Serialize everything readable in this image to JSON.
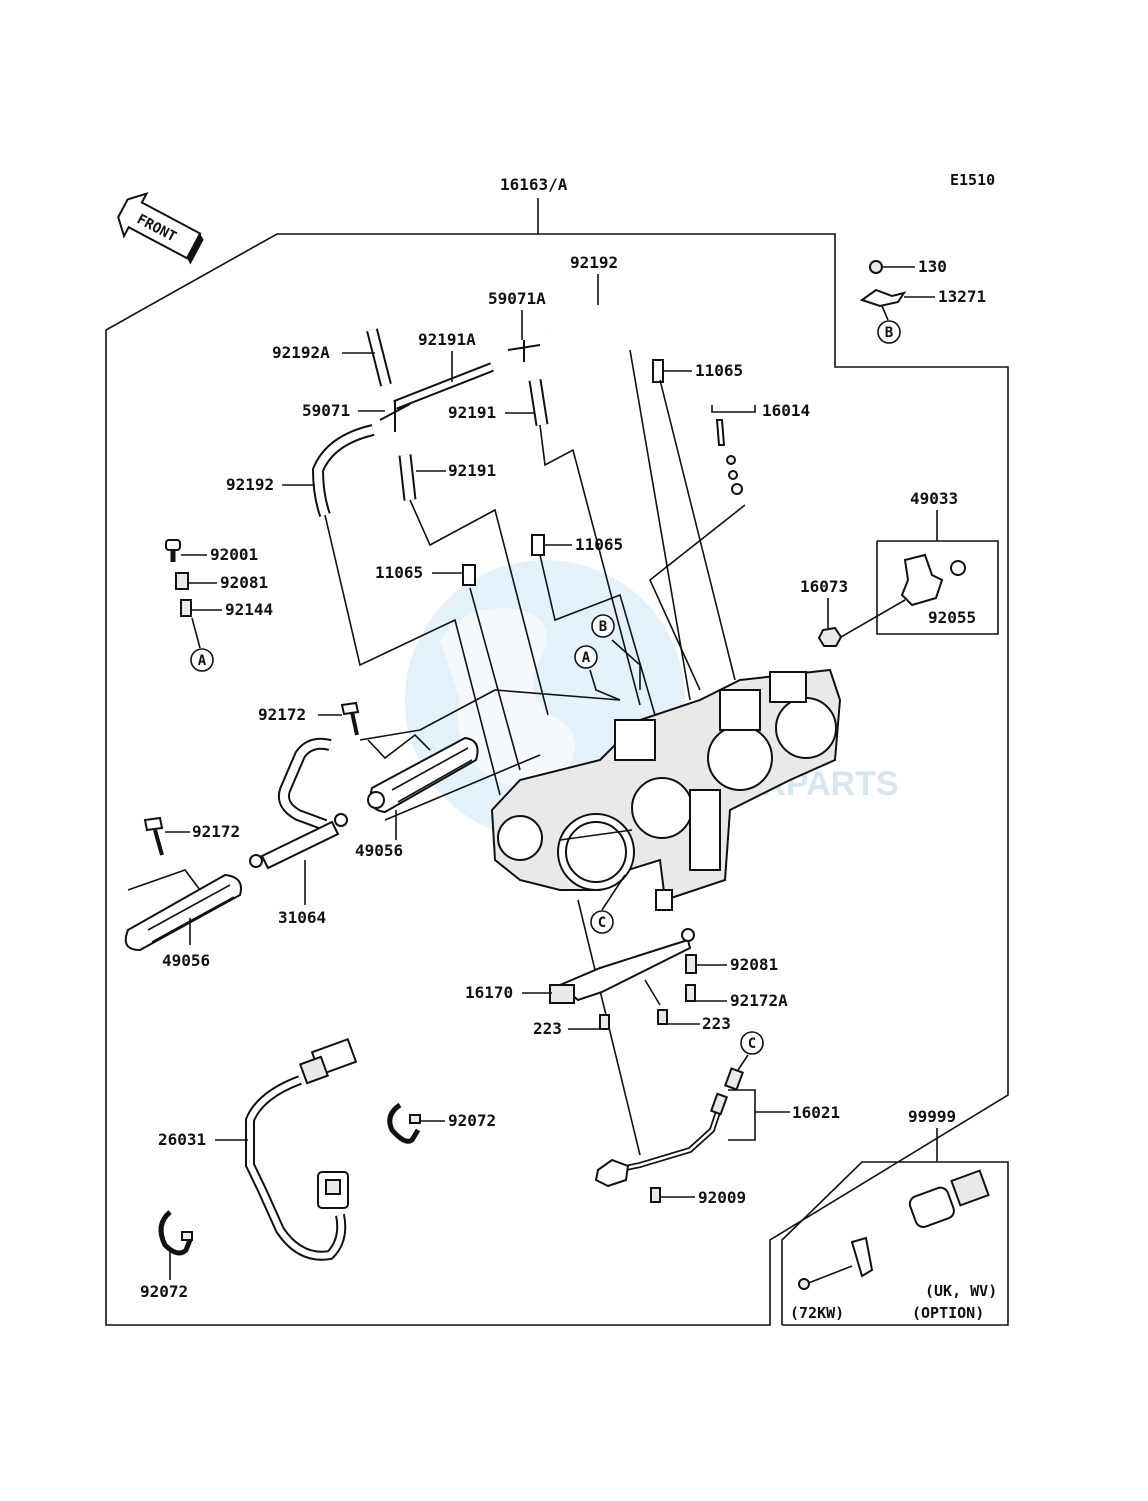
{
  "diagram_id": "E1510",
  "front_label": "FRONT",
  "assembly_label": "16163/A",
  "watermark": {
    "text_1": "MOTORPARTS",
    "brand_color": "#5aaedc"
  },
  "callouts": {
    "c130": "130",
    "c13271": "13271",
    "c92192_top": "92192",
    "c59071a": "59071A",
    "c92191a": "92191A",
    "c92192a": "92192A",
    "c11065_top": "11065",
    "c16014": "16014",
    "c59071": "59071",
    "c92191_mid": "92191",
    "c92191_low": "92191",
    "c92192_left": "92192",
    "c11065_mid": "11065",
    "c11065_left": "11065",
    "c92001": "92001",
    "c92081_left": "92081",
    "c92144": "92144",
    "c49033": "49033",
    "c16073": "16073",
    "c92055": "92055",
    "c92172_top": "92172",
    "c92172_left": "92172",
    "c49056_mid": "49056",
    "c31064": "31064",
    "c49056_left": "49056",
    "c92081_right": "92081",
    "c16170": "16170",
    "c92172a": "92172A",
    "c223_left": "223",
    "c223_right": "223",
    "c16021": "16021",
    "c92072_mid": "92072",
    "c26031": "26031",
    "c92009": "92009",
    "c92072_low": "92072",
    "c99999": "99999",
    "c72kw": "(72KW)",
    "cukwv": "(UK, WV)",
    "coption": "(OPTION)"
  },
  "refs": {
    "ref_a": "A",
    "ref_b": "B",
    "ref_c": "C"
  }
}
